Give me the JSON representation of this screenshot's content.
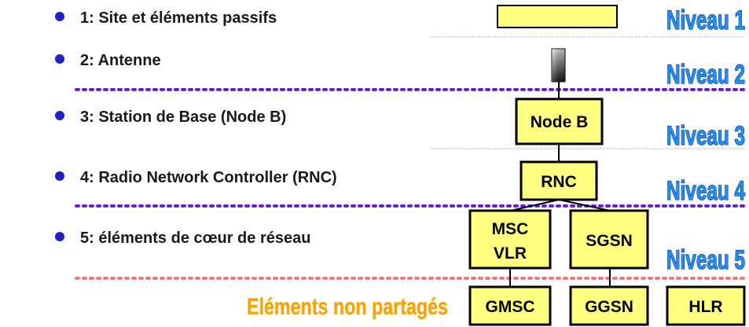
{
  "items": [
    {
      "label": "1: Site et éléments passifs"
    },
    {
      "label": "2: Antenne"
    },
    {
      "label": "3: Station de Base (Node B)"
    },
    {
      "label": "4: Radio Network Controller (RNC)"
    },
    {
      "label": "5: éléments de cœur de réseau"
    }
  ],
  "levels": [
    {
      "label": "Niveau 1"
    },
    {
      "label": "Niveau 2"
    },
    {
      "label": "Niveau 3"
    },
    {
      "label": "Niveau 4"
    },
    {
      "label": "Niveau 5"
    }
  ],
  "boxes": {
    "node_b": "Node B",
    "rnc": "RNC",
    "msc_line1": "MSC",
    "msc_line2": "VLR",
    "sgsn": "SGSN",
    "gmsc": "GMSC",
    "ggsn": "GGSN",
    "hlr": "HLR"
  },
  "unshared_label": "Eléments non partagés",
  "colors": {
    "box_fill": "#ffff80",
    "bullet": "#2020c8",
    "dotted_divider": "#6a1fd8",
    "thin_divider": "#8080c0",
    "salmon_divider": "#f07a7a",
    "level_text": "#1f8ff0",
    "unshared_text": "#f7a30a"
  },
  "icons": {
    "bullet": "blue-dot-bullet",
    "antenna": "antenna-gradient-icon"
  }
}
